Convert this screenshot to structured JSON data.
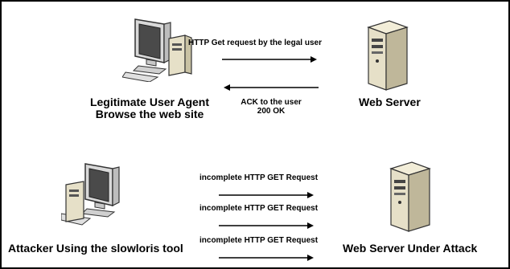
{
  "diagram": {
    "top": {
      "client_label_line1": "Legitimate User Agent",
      "client_label_line2": "Browse the web site",
      "request_label": "HTTP Get request by the legal user",
      "response_label_line1": "ACK to the user",
      "response_label_line2": "200 OK",
      "server_label": "Web Server"
    },
    "bottom": {
      "attacker_label": "Attacker Using the slowloris tool",
      "request_labels": [
        "incomplete HTTP GET Request",
        "incomplete HTTP GET Request",
        "incomplete HTTP GET Request"
      ],
      "server_label": "Web Server Under Attack"
    },
    "icons": [
      "desktop-computer-icon",
      "server-tower-icon",
      "arrow-right-icon",
      "arrow-left-icon"
    ],
    "colors": {
      "border": "#000000",
      "monitor_frame": "#d9d9d9",
      "monitor_screen": "#4a4a4a",
      "server_body": "#e6e0c8",
      "arrow": "#000000"
    }
  }
}
